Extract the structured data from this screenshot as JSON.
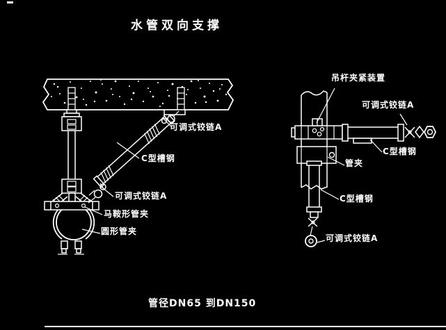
{
  "title": "水管双向支撑",
  "note": "管径DN65 到DN150",
  "colors": {
    "background": "#000000",
    "line": "#ffffff"
  },
  "left_view": {
    "labels": {
      "hinge_top": "可调式铰链A",
      "channel": "C型槽钢",
      "hinge_bottom": "可调式铰链A",
      "saddle_clamp": "马鞍形管夹",
      "round_clamp": "圆形管夹"
    }
  },
  "right_view": {
    "labels": {
      "hanger_clamp_device": "吊杆夹紧装置",
      "hinge_right": "可调式铰链A",
      "channel_horizontal": "C型槽钢",
      "pipe_clamp": "管夹",
      "channel_vertical": "C型槽钢",
      "hinge_bottom": "可调式铰链A"
    }
  }
}
